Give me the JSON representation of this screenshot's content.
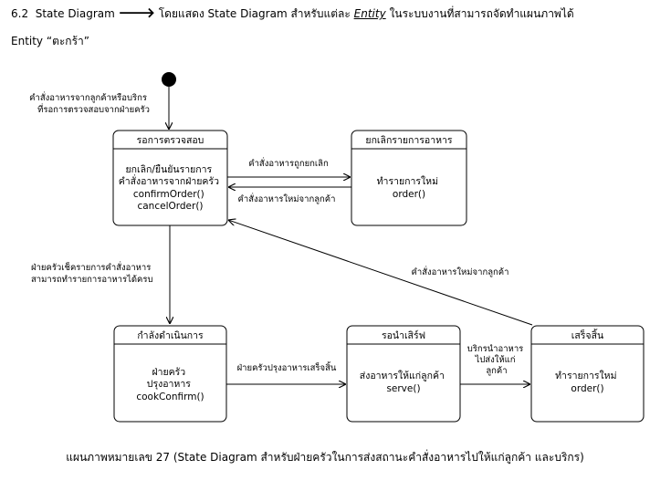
{
  "heading": {
    "number": "6.2",
    "title": "State Diagram",
    "arrow": "🡒",
    "text_before": "โดยแสดง State Diagram สำหรับแต่ละ",
    "entity_word": "Entity",
    "text_after": "ในระบบงานที่สามารถจัดทำแผนภาพได้"
  },
  "subheading": "Entity “ตะกร้า”",
  "states": {
    "waiting_check": {
      "name": "รอการตรวจสอบ",
      "lines": [
        "ยกเลิก/ยืนยันรายการ",
        "คำสั่งอาหารจากฝ่ายครัว",
        "confirmOrder()",
        "cancelOrder()"
      ]
    },
    "cancel_order": {
      "name": "ยกเลิกรายการอาหาร",
      "lines": [
        "ทำรายการใหม่",
        "order()"
      ]
    },
    "in_progress": {
      "name": "กำลังดำเนินการ",
      "lines": [
        "ฝ่ายครัว",
        "ปรุงอาหาร",
        "cookConfirm()"
      ]
    },
    "waiting_serve": {
      "name": "รอนำเสิร์ฟ",
      "lines": [
        "ส่งอาหารให้แก่ลูกค้า",
        "serve()"
      ]
    },
    "done": {
      "name": "เสร็จสิ้น",
      "lines": [
        "ทำรายการใหม่",
        "order()"
      ]
    }
  },
  "transitions": {
    "initial": [
      "คำสั่งอาหารจากลูกค้าหรือบริกร",
      "ที่รอการตรวจสอบจากฝ่ายครัว"
    ],
    "cancelled": [
      "คำสั่งอาหารถูกยกเลิก"
    ],
    "new_from_customer": [
      "คำสั่งอาหารใหม่จากลูกค้า"
    ],
    "kitchen_checked": [
      "ฝ่ายครัวเช็ครายการคำสั่งอาหาร",
      "สามารถทำรายการอาหารได้ครบ"
    ],
    "cooked": [
      "ฝ่ายครัวปรุงอาหารเสร็จสิ้น"
    ],
    "served": [
      "บริกรนำอาหาร",
      "ไปส่งให้แก่",
      "ลูกค้า"
    ],
    "new_from_customer_done": [
      "คำสั่งอาหารใหม่จากลูกค้า"
    ]
  },
  "caption": "แผนภาพหมายเลข 27 (State Diagram สำหรับฝ่ายครัวในการส่งสถานะคำสั่งอาหารไปให้แก่ลูกค้า และบริกร)"
}
